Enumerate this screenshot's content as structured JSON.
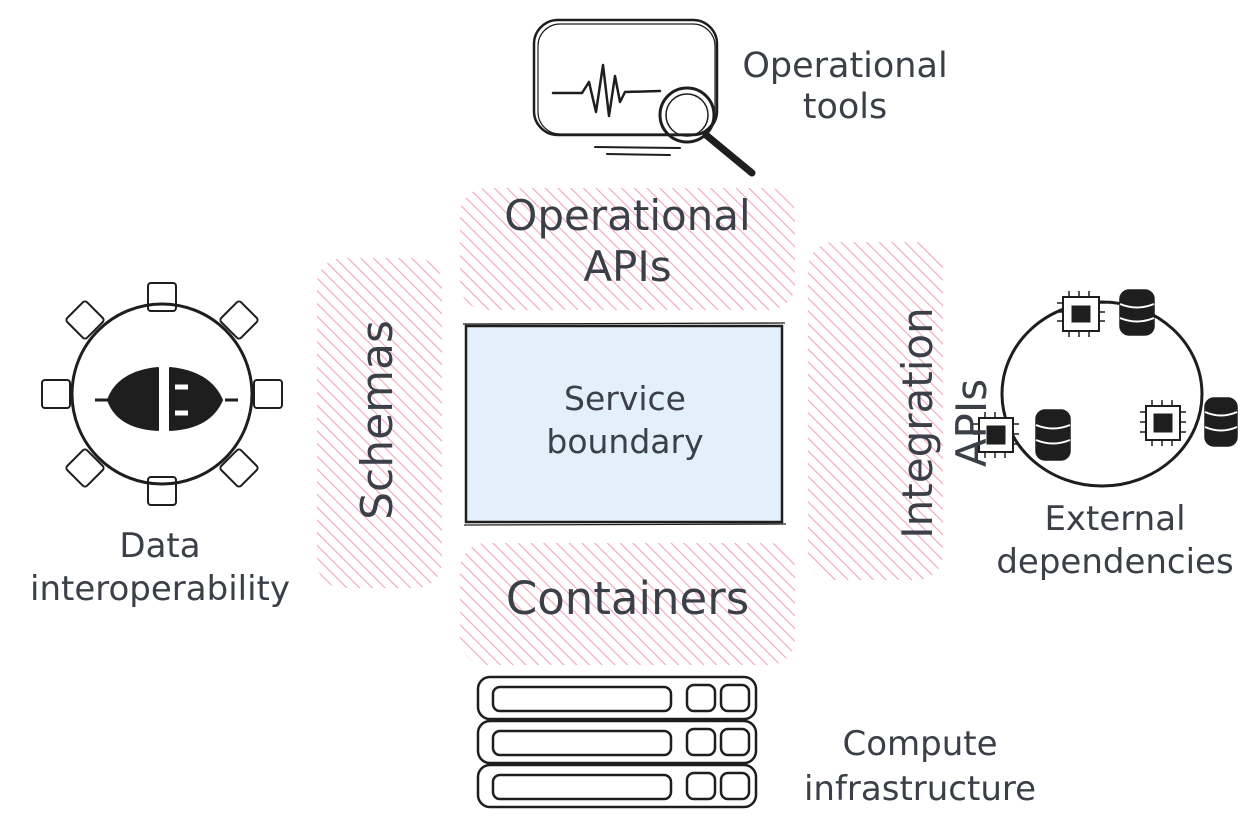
{
  "colors": {
    "ink": "#1e1e1e",
    "text": "#3b3f48",
    "hatch": "#f2a4bc",
    "boundary_fill": "#e3f0fb"
  },
  "center": {
    "line1": "Service",
    "line2": "boundary"
  },
  "layers": {
    "top_line1": "Operational",
    "top_line2": "APIs",
    "bottom": "Containers",
    "left": "Schemas",
    "right_line1": "Integration",
    "right_line2": "APIs"
  },
  "concerns": {
    "operational_tools": {
      "line1": "Operational",
      "line2": "tools",
      "icon": "monitor-magnifier-icon"
    },
    "data_interoperability": {
      "line1": "Data",
      "line2": "interoperability",
      "icon": "gear-plug-icon"
    },
    "external_dependencies": {
      "line1": "External",
      "line2": "dependencies",
      "icon": "chip-database-ring-icon"
    },
    "compute_infrastructure": {
      "line1": "Compute",
      "line2": "infrastructure",
      "icon": "server-rack-icon"
    }
  }
}
